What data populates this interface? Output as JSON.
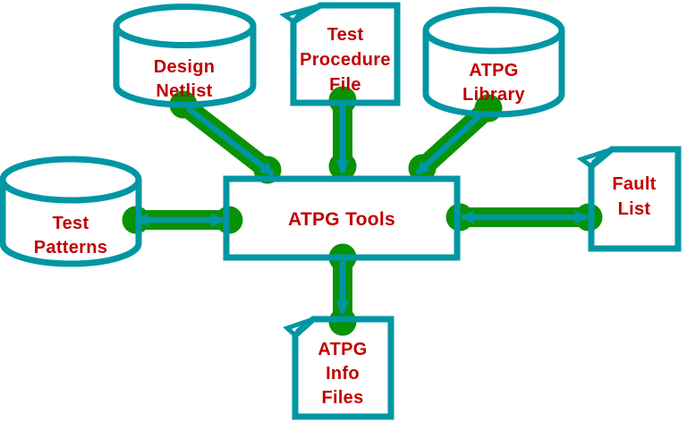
{
  "diagram": {
    "type": "flow-diagram",
    "background_color": "#ffffff",
    "colors": {
      "shape_outline": "#0096A3",
      "arrow_fill_green": "#0a9206",
      "arrow_pointer_teal": "#0096A3",
      "label_text_red": "#C00000"
    },
    "nodes": [
      {
        "id": "design-netlist",
        "shape": "cylinder",
        "label": "Design Netlist",
        "lines": [
          "Design",
          "Netlist"
        ]
      },
      {
        "id": "test-procedure-file",
        "shape": "document",
        "label": "Test Procedure File",
        "lines": [
          "Test",
          "Procedure",
          "File"
        ]
      },
      {
        "id": "atpg-library",
        "shape": "cylinder",
        "label": "ATPG Library",
        "lines": [
          "ATPG",
          "Library"
        ]
      },
      {
        "id": "test-patterns",
        "shape": "cylinder",
        "label": "Test Patterns",
        "lines": [
          "Test",
          "Patterns"
        ]
      },
      {
        "id": "atpg-tools",
        "shape": "rectangle",
        "label": "ATPG Tools",
        "lines": [
          "ATPG Tools"
        ]
      },
      {
        "id": "fault-list",
        "shape": "document",
        "label": "Fault List",
        "lines": [
          "Fault",
          "List"
        ]
      },
      {
        "id": "atpg-info-files",
        "shape": "document",
        "label": "ATPG Info Files",
        "lines": [
          "ATPG",
          "Info",
          "Files"
        ]
      }
    ],
    "edges": [
      {
        "from": "design-netlist",
        "to": "atpg-tools",
        "direction": "one-way"
      },
      {
        "from": "test-procedure-file",
        "to": "atpg-tools",
        "direction": "one-way"
      },
      {
        "from": "atpg-library",
        "to": "atpg-tools",
        "direction": "one-way"
      },
      {
        "from": "test-patterns",
        "to": "atpg-tools",
        "direction": "two-way"
      },
      {
        "from": "atpg-tools",
        "to": "fault-list",
        "direction": "two-way"
      },
      {
        "from": "atpg-tools",
        "to": "atpg-info-files",
        "direction": "one-way"
      }
    ]
  }
}
